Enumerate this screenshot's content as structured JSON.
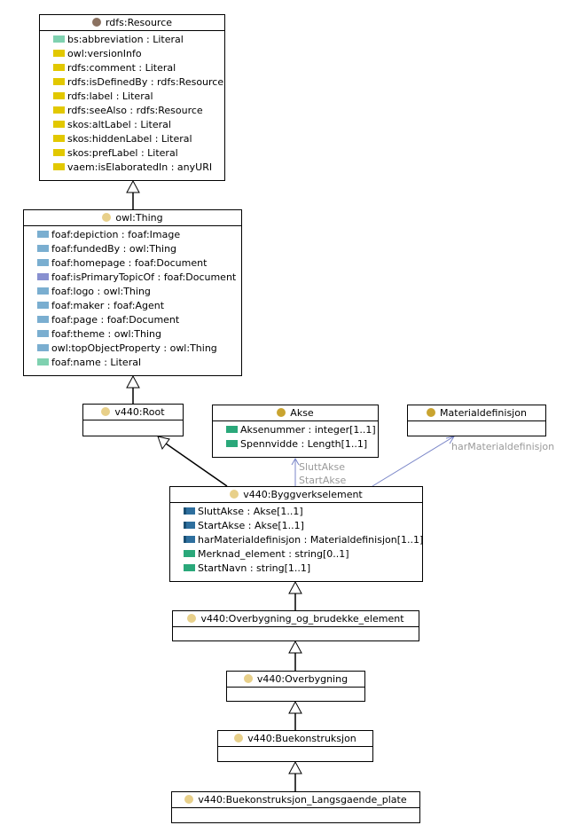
{
  "colors": {
    "dot_resource": "#8b7261",
    "dot_class": "#e8d08a",
    "dot_akse": "#c9a430",
    "swatch_literal": "#7fd1b0",
    "swatch_annotation": "#e2c800",
    "swatch_object": "#7aaed0",
    "swatch_object_alt": "#8890d0",
    "swatch_data": "#2aa87a",
    "swatch_relation": "#2e6f9e",
    "association_line": "#7a86c8"
  },
  "classes": {
    "resource": {
      "title": "rdfs:Resource",
      "attributes": [
        {
          "text": "bs:abbreviation : Literal",
          "kind": "literal"
        },
        {
          "text": "owl:versionInfo",
          "kind": "annotation"
        },
        {
          "text": "rdfs:comment : Literal",
          "kind": "annotation"
        },
        {
          "text": "rdfs:isDefinedBy : rdfs:Resource",
          "kind": "annotation"
        },
        {
          "text": "rdfs:label : Literal",
          "kind": "annotation"
        },
        {
          "text": "rdfs:seeAlso : rdfs:Resource",
          "kind": "annotation"
        },
        {
          "text": "skos:altLabel : Literal",
          "kind": "annotation"
        },
        {
          "text": "skos:hiddenLabel : Literal",
          "kind": "annotation"
        },
        {
          "text": "skos:prefLabel : Literal",
          "kind": "annotation"
        },
        {
          "text": "vaem:isElaboratedIn : anyURI",
          "kind": "annotation"
        }
      ]
    },
    "thing": {
      "title": "owl:Thing",
      "attributes": [
        {
          "text": "foaf:depiction : foaf:Image",
          "kind": "object"
        },
        {
          "text": "foaf:fundedBy : owl:Thing",
          "kind": "object"
        },
        {
          "text": "foaf:homepage : foaf:Document",
          "kind": "object"
        },
        {
          "text": "foaf:isPrimaryTopicOf : foaf:Document",
          "kind": "object_alt"
        },
        {
          "text": "foaf:logo : owl:Thing",
          "kind": "object"
        },
        {
          "text": "foaf:maker : foaf:Agent",
          "kind": "object"
        },
        {
          "text": "foaf:page : foaf:Document",
          "kind": "object"
        },
        {
          "text": "foaf:theme : owl:Thing",
          "kind": "object"
        },
        {
          "text": "owl:topObjectProperty : owl:Thing",
          "kind": "object"
        },
        {
          "text": "foaf:name : Literal",
          "kind": "literal"
        }
      ]
    },
    "root": {
      "title": "v440:Root"
    },
    "akse": {
      "title": "Akse",
      "attributes": [
        {
          "text": "Aksenummer : integer[1..1]",
          "kind": "data"
        },
        {
          "text": "Spennvidde : Length[1..1]",
          "kind": "data"
        }
      ]
    },
    "materialdef": {
      "title": "Materialdefinisjon"
    },
    "byggverk": {
      "title": "v440:Byggverkselement",
      "attributes": [
        {
          "text": "SluttAkse : Akse[1..1]",
          "kind": "relation"
        },
        {
          "text": "StartAkse : Akse[1..1]",
          "kind": "relation"
        },
        {
          "text": "harMaterialdefinisjon : Materialdefinisjon[1..1]",
          "kind": "relation"
        },
        {
          "text": "Merknad_element : string[0..1]",
          "kind": "data"
        },
        {
          "text": "StartNavn : string[1..1]",
          "kind": "data"
        }
      ]
    },
    "overbygning_element": {
      "title": "v440:Overbygning_og_brudekke_element"
    },
    "overbygning": {
      "title": "v440:Overbygning"
    },
    "buekonstruksjon": {
      "title": "v440:Buekonstruksjon"
    },
    "langsgaende": {
      "title": "v440:Buekonstruksjon_Langsgaende_plate"
    }
  },
  "edge_labels": {
    "slutt_akse": "SluttAkse",
    "start_akse": "StartAkse",
    "har_materialdefinisjon": "harMaterialdefinisjon"
  }
}
